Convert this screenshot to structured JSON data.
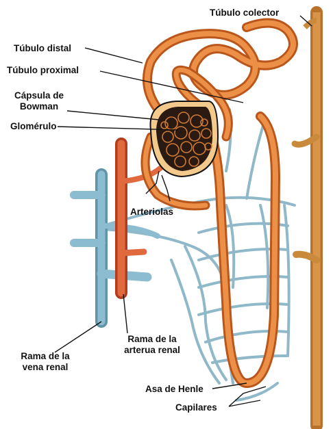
{
  "labels": {
    "tubulo_colector": "Túbulo colector",
    "tubulo_distal": "Túbulo distal",
    "tubulo_proximal": "Túbulo proximal",
    "capsula_l1": "Cápsula de",
    "capsula_l2": "Bowman",
    "glomerulo": "Glomérulo",
    "arteriolas": "Arteriolas",
    "rama_arteria_l1": "Rama de la",
    "rama_arteria_l2": "arterua renal",
    "rama_vena_l1": "Rama de la",
    "rama_vena_l2": "vena renal",
    "asa_henle": "Asa de Henle",
    "capilares": "Capilares"
  },
  "colors": {
    "tubule": "#e8853a",
    "tubule_dark": "#b9561b",
    "collecting_duct": "#c98a3c",
    "artery": "#d9552e",
    "vein": "#7fb0c4",
    "capillary": "#8fb8c8",
    "glomerulus": "#2a1a12",
    "leader_line": "#111111"
  }
}
